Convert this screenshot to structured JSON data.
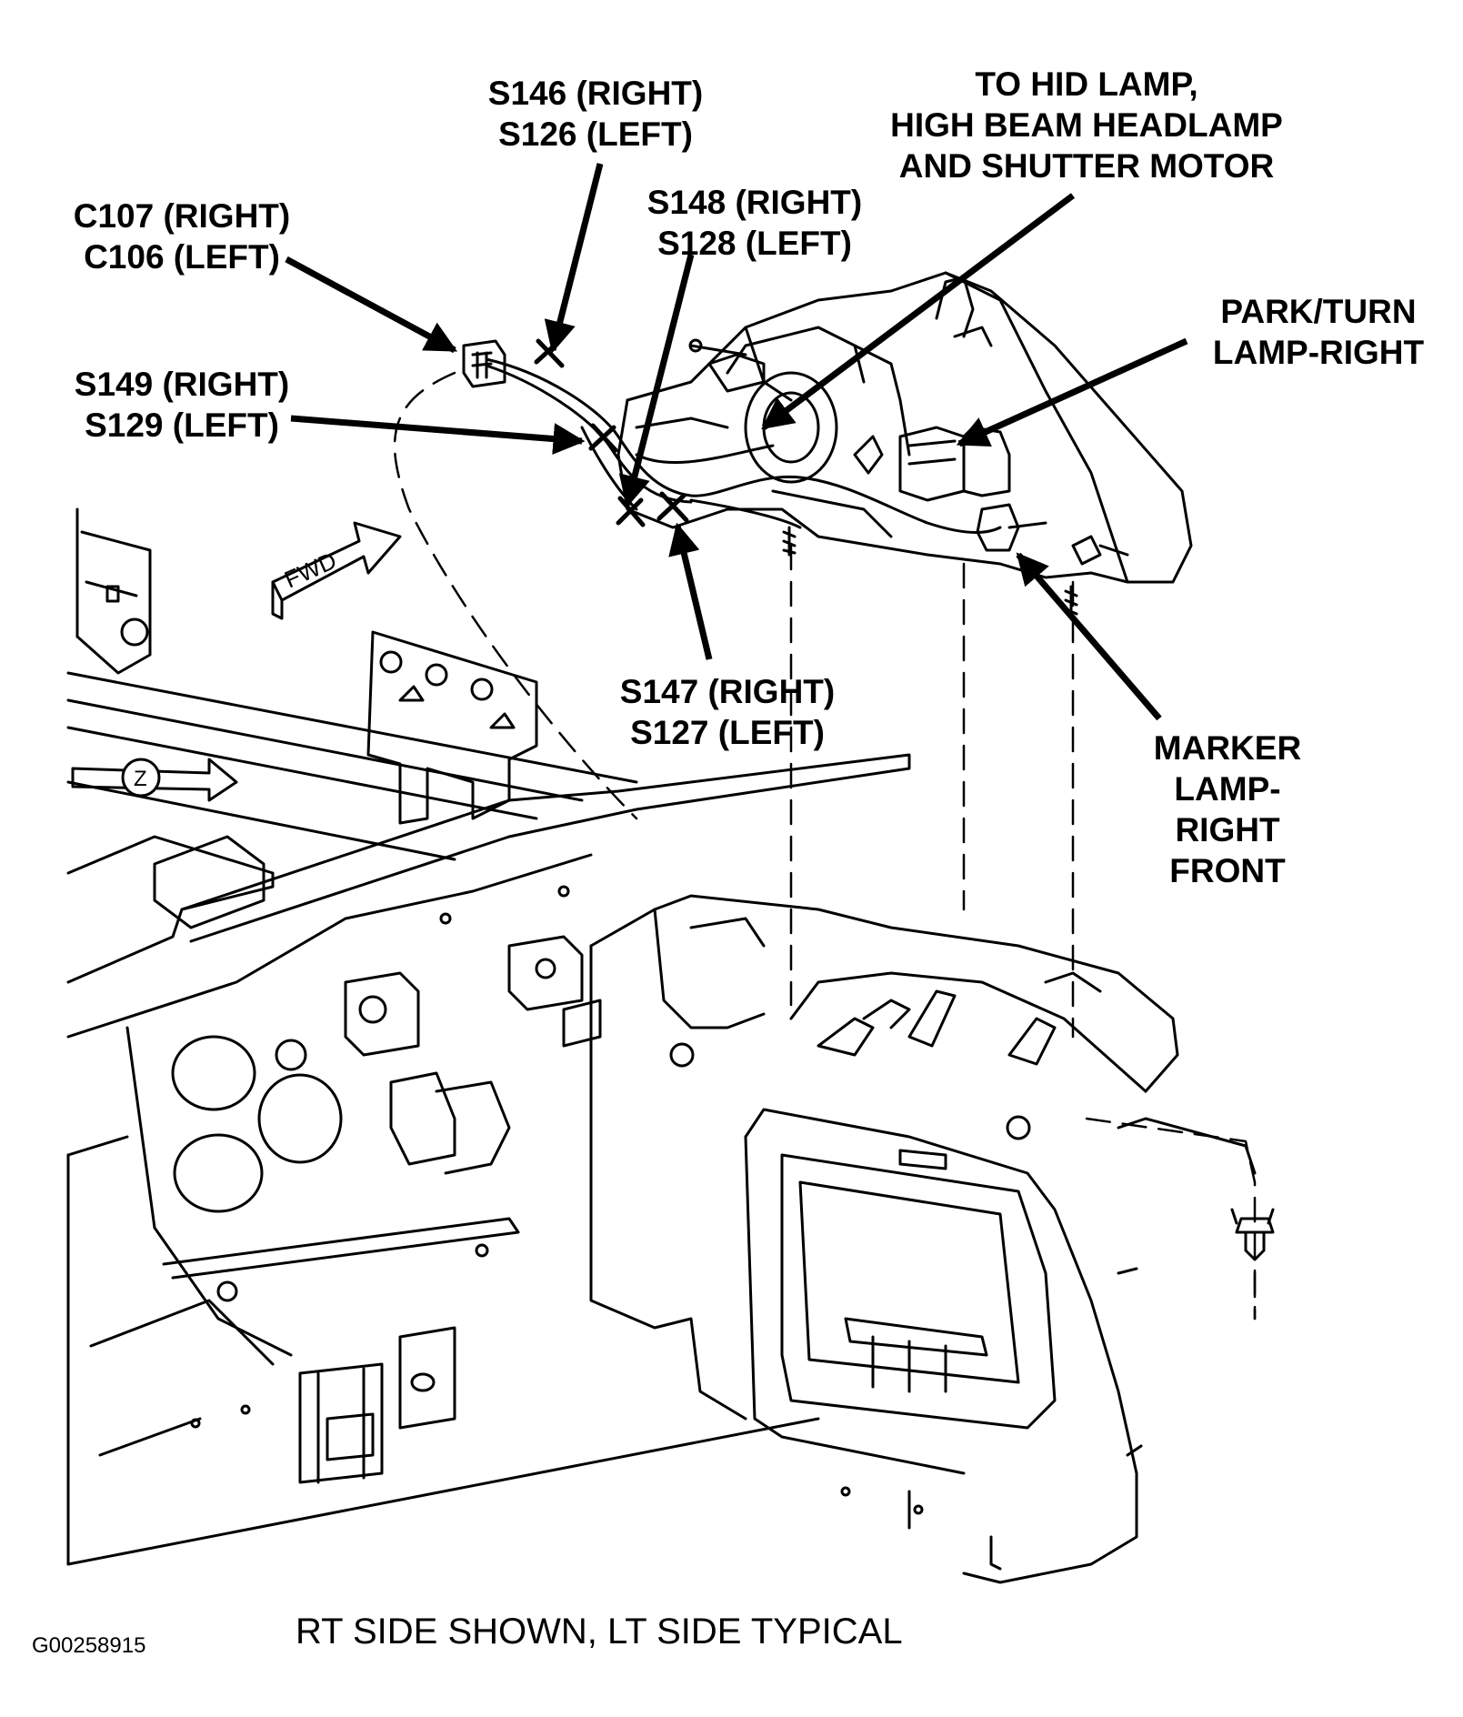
{
  "callouts": {
    "s146": [
      "S146 (RIGHT)",
      "S126 (LEFT)"
    ],
    "hid": [
      "TO HID LAMP,",
      "HIGH BEAM HEADLAMP",
      "AND SHUTTER MOTOR"
    ],
    "c107": [
      "C107 (RIGHT)",
      "C106 (LEFT)"
    ],
    "s148": [
      "S148 (RIGHT)",
      "S128 (LEFT)"
    ],
    "park": [
      "PARK/TURN",
      "LAMP-RIGHT"
    ],
    "s149": [
      "S149 (RIGHT)",
      "S129 (LEFT)"
    ],
    "s147": [
      "S147 (RIGHT)",
      "S127 (LEFT)"
    ],
    "marker": [
      "MARKER",
      "LAMP-",
      "RIGHT",
      "FRONT"
    ]
  },
  "direction_labels": {
    "fwd": "FWD",
    "z": "Z"
  },
  "caption": "RT SIDE SHOWN, LT SIDE TYPICAL",
  "figure_number": "G00258915",
  "colors": {
    "ink": "#000000",
    "paper": "#ffffff"
  }
}
